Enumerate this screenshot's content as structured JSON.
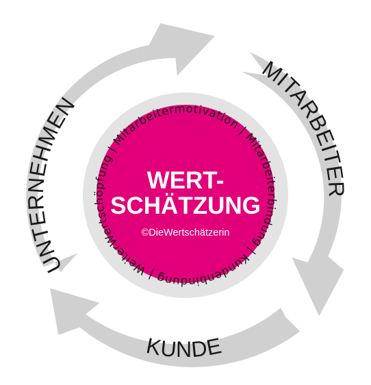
{
  "outer_labels": {
    "company": "UNTERNEHMEN",
    "employees": "MITARBEITER",
    "customer": "KUNDE"
  },
  "inner_ring_text": "Wertschöpfung | Mitarbeitermotivation | Mitarbeiterbindung | Kundenbindung | Weiterempfehlung |",
  "center": {
    "title_line1": "WERT-",
    "title_line2": "SCHÄTZUNG",
    "copyright": "©DieWertschätzerin"
  },
  "colors": {
    "arrow_gray": "#d0d0d0",
    "inner_ring_gray": "#e3e3e3",
    "center_magenta": "#e2007a",
    "text_dark": "#1a1a1a"
  }
}
